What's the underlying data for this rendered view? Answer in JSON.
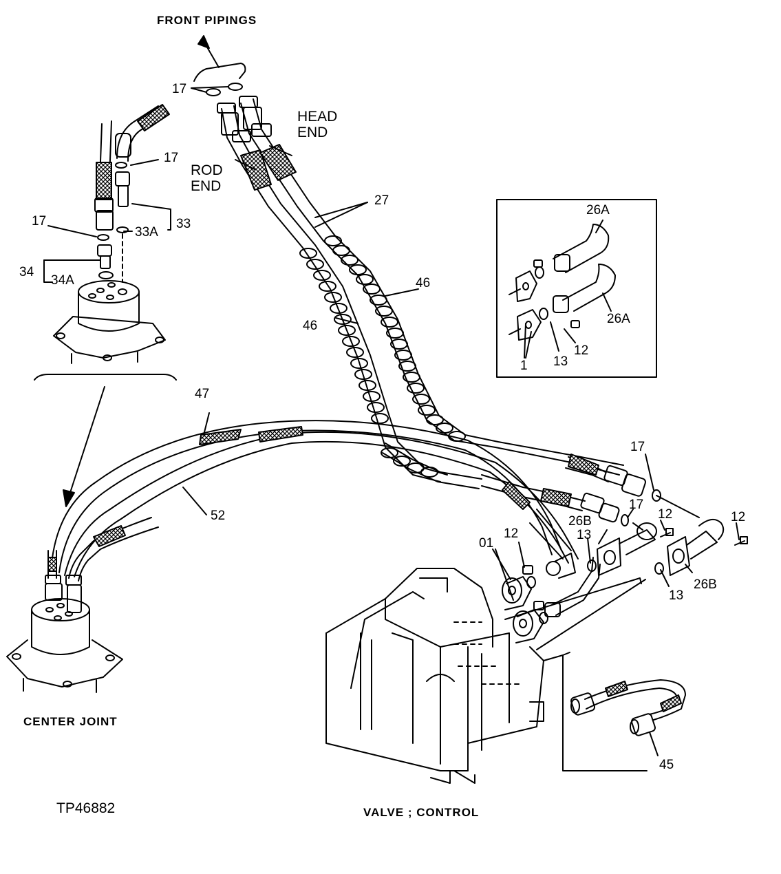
{
  "diagram": {
    "figure_id": "TP46882",
    "caption_front": "FRONT PIPINGS",
    "caption_center": "CENTER JOINT",
    "caption_valve": "VALVE ; CONTROL",
    "label_rod_end": "ROD\nEND",
    "label_head_end": "HEAD\nEND",
    "colors": {
      "ink": "#000000",
      "paper": "#ffffff"
    },
    "part_labels": {
      "p17_top": "17",
      "p17_fitting": "17",
      "p17_left": "17",
      "p33": "33",
      "p33a": "33A",
      "p34": "34",
      "p34a": "34A",
      "p27": "27",
      "p46_right": "46",
      "p46_left": "46",
      "p47": "47",
      "p52": "52",
      "p26a_top": "26A",
      "p26a_bottom": "26A",
      "p1": "1",
      "p13_inset": "13",
      "p12_inset": "12",
      "p17_right_a": "17",
      "p17_right_b": "17",
      "p12_a": "12",
      "p12_b": "12",
      "p12_c": "12",
      "p26b_a": "26B",
      "p26b_b": "26B",
      "p13_a": "13",
      "p13_b": "13",
      "p01": "01",
      "p45": "45"
    }
  }
}
